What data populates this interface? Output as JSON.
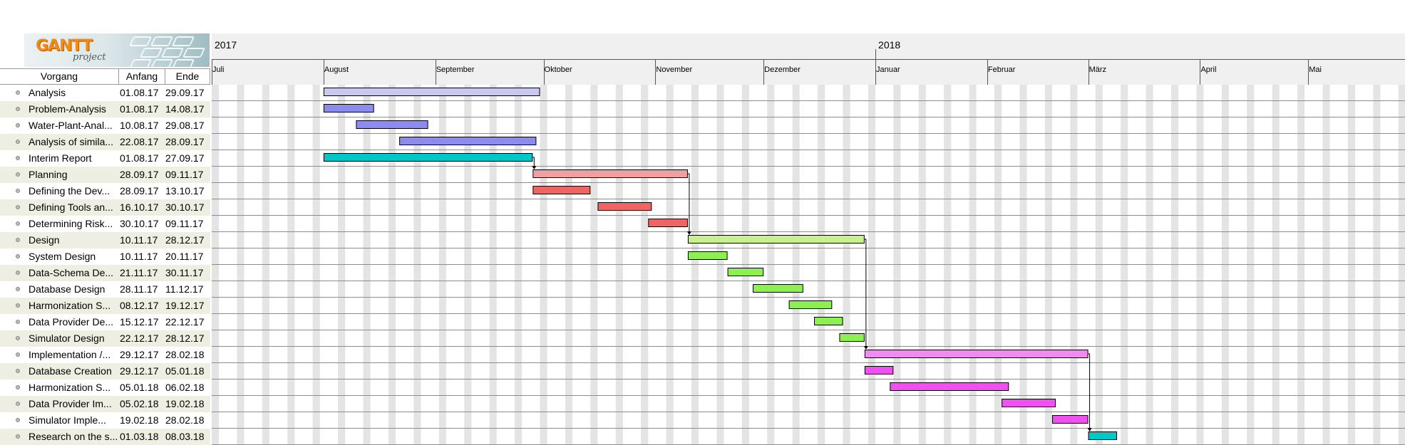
{
  "app": {
    "logo_text": "GANTT",
    "logo_sub": "project"
  },
  "table": {
    "headers": {
      "name": "Vorgang",
      "start": "Anfang",
      "end": "Ende"
    }
  },
  "tasks": [
    {
      "name": "Analysis",
      "start": "01.08.17",
      "end": "29.09.17",
      "color": "#c8c8f0"
    },
    {
      "name": "Problem-Analysis",
      "start": "01.08.17",
      "end": "14.08.17",
      "color": "#8c8cf0"
    },
    {
      "name": "Water-Plant-Anal...",
      "start": "10.08.17",
      "end": "29.08.17",
      "color": "#8c8cf0"
    },
    {
      "name": "Analysis of simila...",
      "start": "22.08.17",
      "end": "28.09.17",
      "color": "#8c8cf0"
    },
    {
      "name": "Interim Report",
      "start": "01.08.17",
      "end": "27.09.17",
      "color": "#00c8c8"
    },
    {
      "name": "Planning",
      "start": "28.09.17",
      "end": "09.11.17",
      "color": "#f0a0a0"
    },
    {
      "name": "Defining the Dev...",
      "start": "28.09.17",
      "end": "13.10.17",
      "color": "#f06464"
    },
    {
      "name": "Defining Tools an...",
      "start": "16.10.17",
      "end": "30.10.17",
      "color": "#f06464"
    },
    {
      "name": "Determining Risk...",
      "start": "30.10.17",
      "end": "09.11.17",
      "color": "#f06464"
    },
    {
      "name": "Design",
      "start": "10.11.17",
      "end": "28.12.17",
      "color": "#c8f08c"
    },
    {
      "name": "System Design",
      "start": "10.11.17",
      "end": "20.11.17",
      "color": "#8cf050"
    },
    {
      "name": "Data-Schema De...",
      "start": "21.11.17",
      "end": "30.11.17",
      "color": "#8cf050"
    },
    {
      "name": "Database Design",
      "start": "28.11.17",
      "end": "11.12.17",
      "color": "#8cf050"
    },
    {
      "name": "Harmonization S...",
      "start": "08.12.17",
      "end": "19.12.17",
      "color": "#8cf050"
    },
    {
      "name": "Data Provider De...",
      "start": "15.12.17",
      "end": "22.12.17",
      "color": "#8cf050"
    },
    {
      "name": "Simulator Design",
      "start": "22.12.17",
      "end": "28.12.17",
      "color": "#8cf050"
    },
    {
      "name": "Implementation /...",
      "start": "29.12.17",
      "end": "28.02.18",
      "color": "#f08cf0"
    },
    {
      "name": "Database Creation",
      "start": "29.12.17",
      "end": "05.01.18",
      "color": "#f050f0"
    },
    {
      "name": "Harmonization S...",
      "start": "05.01.18",
      "end": "06.02.18",
      "color": "#f050f0"
    },
    {
      "name": "Data Provider Im...",
      "start": "05.02.18",
      "end": "19.02.18",
      "color": "#f050f0"
    },
    {
      "name": "Simulator Imple...",
      "start": "19.02.18",
      "end": "28.02.18",
      "color": "#f050f0"
    },
    {
      "name": "Research on the s...",
      "start": "01.03.18",
      "end": "08.03.18",
      "color": "#00c8c8"
    }
  ],
  "timeline": {
    "years": [
      {
        "label": "2017",
        "date": "2017-07-01"
      },
      {
        "label": "2018",
        "date": "2018-01-01"
      }
    ],
    "months": [
      {
        "label": "Juli",
        "date": "2017-07-01"
      },
      {
        "label": "August",
        "date": "2017-08-01"
      },
      {
        "label": "September",
        "date": "2017-09-01"
      },
      {
        "label": "Oktober",
        "date": "2017-10-01"
      },
      {
        "label": "November",
        "date": "2017-11-01"
      },
      {
        "label": "Dezember",
        "date": "2017-12-01"
      },
      {
        "label": "Januar",
        "date": "2018-01-01"
      },
      {
        "label": "Februar",
        "date": "2018-02-01"
      },
      {
        "label": "März",
        "date": "2018-03-01"
      },
      {
        "label": "April",
        "date": "2018-04-01"
      },
      {
        "label": "Mai",
        "date": "2018-05-01"
      }
    ]
  },
  "dependencies": [
    {
      "from": 4,
      "to": 5
    },
    {
      "from": 5,
      "to": 9
    },
    {
      "from": 9,
      "to": 16
    },
    {
      "from": 16,
      "to": 21
    }
  ],
  "colors": {
    "row_alt": "#eeeee2",
    "weekend_stripe": "#e4e4e4",
    "row_line": "#8c8c8c",
    "bar_border": "#000000"
  }
}
